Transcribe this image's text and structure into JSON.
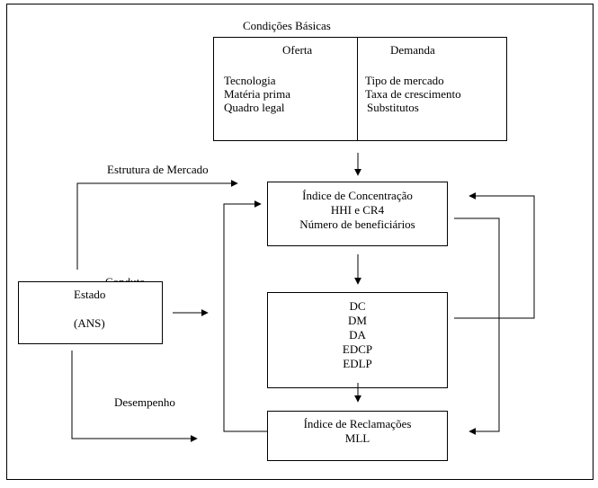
{
  "title": "Condições Básicas",
  "offer": {
    "heading": "Oferta",
    "items": [
      "Tecnologia",
      "Matéria prima",
      "Quadro legal"
    ]
  },
  "demand": {
    "heading": "Demanda",
    "items": [
      "Tipo de mercado",
      "Taxa de crescimento",
      "Substitutos"
    ]
  },
  "labels": {
    "structure": "Estrutura de Mercado",
    "performance": "Desempenho",
    "hidden_conduct": "Conduta"
  },
  "state": {
    "name": "Estado",
    "agency": "(ANS)"
  },
  "concentration": [
    "Índice de Concentração",
    "HHI e CR4",
    "Número de beneficiários"
  ],
  "conduct": [
    "DC",
    "DM",
    "DA",
    "EDCP",
    "EDLP"
  ],
  "results": [
    "Índice de Reclamações",
    "MLL"
  ]
}
